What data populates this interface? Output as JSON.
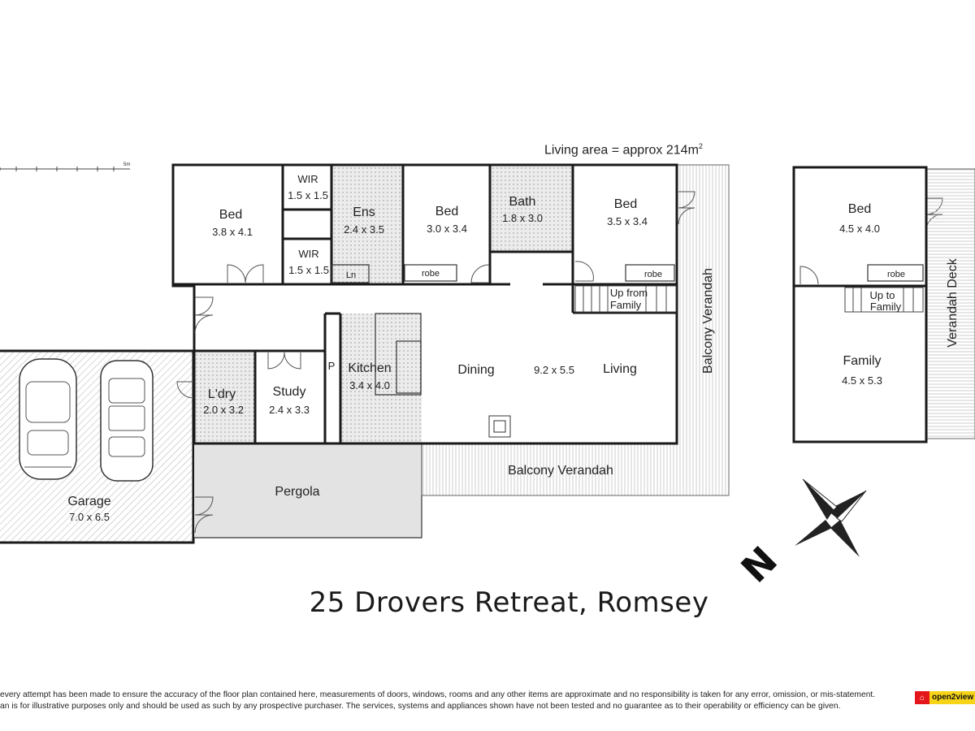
{
  "living_area": {
    "text": "Living area = approx 214m",
    "sup": "2"
  },
  "scale_label": "5m",
  "rooms": {
    "bed1": {
      "name": "Bed",
      "dims": "3.8 x 4.1"
    },
    "wir1": {
      "name": "WIR",
      "dims": "1.5 x 1.5"
    },
    "wir2": {
      "name": "WIR",
      "dims": "1.5 x 1.5"
    },
    "ens": {
      "name": "Ens",
      "dims": "2.4 x 3.5"
    },
    "ln": {
      "name": "Ln"
    },
    "bed2": {
      "name": "Bed",
      "dims": "3.0 x 3.4",
      "robe": "robe"
    },
    "bath": {
      "name": "Bath",
      "dims": "1.8 x 3.0"
    },
    "bed3": {
      "name": "Bed",
      "dims": "3.5 x 3.4",
      "robe": "robe"
    },
    "stairs_main": {
      "line1": "Up from",
      "line2": "Family"
    },
    "kitchen": {
      "name": "Kitchen",
      "dims": "3.4 x 4.0",
      "pantry": "P"
    },
    "dining": {
      "name": "Dining"
    },
    "dining_living_dims": "9.2 x 5.5",
    "living": {
      "name": "Living"
    },
    "laundry": {
      "name": "L'dry",
      "dims": "2.0 x 3.2"
    },
    "study": {
      "name": "Study",
      "dims": "2.4 x 3.3"
    },
    "garage": {
      "name": "Garage",
      "dims": "7.0 x 6.5"
    },
    "pergola": {
      "name": "Pergola"
    },
    "balcony_verandah_bottom": {
      "name": "Balcony Verandah"
    },
    "balcony_verandah_side": {
      "name": "Balcony Verandah"
    },
    "bed4": {
      "name": "Bed",
      "dims": "4.5 x 4.0",
      "robe": "robe"
    },
    "stairs_lower": {
      "line1": "Up to",
      "line2": "Family"
    },
    "family": {
      "name": "Family",
      "dims": "4.5 x 5.3"
    },
    "verandah_deck": {
      "name": "Verandah Deck"
    }
  },
  "north_label": "N",
  "address": "25 Drovers Retreat, Romsey",
  "disclaimer": {
    "line1": "every attempt has been made to ensure the accuracy of the floor plan contained here, measurements of doors, windows, rooms and any other items are approximate and no responsibility is taken for any error, omission, or mis-statement.",
    "line2": "an is for illustrative purposes only and should be used as such by any prospective purchaser. The services, systems and appliances shown have not been tested and no guarantee as to their operability or efficiency can be given."
  },
  "brand": {
    "text": "open2view",
    "icon": "home-logo-icon"
  },
  "colors": {
    "wall": "#1a1a1a",
    "hatch": "#bdbdbd",
    "pergola": "#e3e3e3",
    "wet_area": "#d9d9d9"
  }
}
